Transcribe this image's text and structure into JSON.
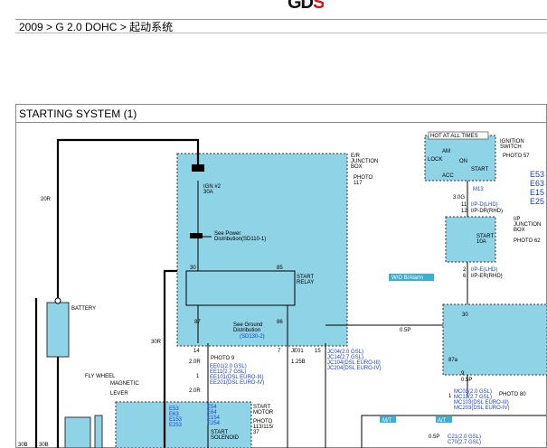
{
  "header": {
    "logo_part1": "GD",
    "logo_part2": "S",
    "breadcrumb": "2009 > G 2.0 DOHC > 起动系统"
  },
  "diagram": {
    "title": "STARTING SYSTEM (1)",
    "wires": {
      "w20r": "20R",
      "w30r": "30R",
      "w30b_a": "30B",
      "w30b_b": "30B",
      "w14": "14",
      "w20r_b": "2.0R",
      "w1": "1",
      "w20r_c": "2.0R",
      "w7": "7",
      "w125b": "1.25B",
      "je01": "JE01",
      "w15": "15",
      "w1_b": "1",
      "w3og": "3.0G",
      "w11": "11",
      "w12": "12",
      "w2": "2",
      "w6": "6",
      "w05p": "0.5P",
      "w9": "9",
      "w05p_b": "0.5P",
      "w1_c": "1",
      "w05p_c": "0.5P"
    },
    "components": {
      "battery": "BATTERY",
      "flywheel": "FLY WHEEL",
      "magnetic": "MAGNETIC",
      "lever": "LEVER",
      "er_box": "E/R\nJUNCTION\nBOX",
      "er_photo": "PHOTO\n117",
      "ign": "IGN #2\n30A",
      "see_power": "See Power\nDistribution(SD110-1)",
      "start_relay": "START\nRELAY",
      "pin30": "30",
      "pin85": "85",
      "pin87": "87",
      "pin86": "86",
      "see_ground": "See Ground\nDistribution",
      "sd130": "(SD130-2)",
      "photo9": "PHOTO 9",
      "ee01": "EE01(2.0 GSL)",
      "ee11": "EE11(2.7 GSL)",
      "ee101": "EE101(DSL EURO-III)",
      "ee201": "EE201(DSL EURO-IV)",
      "jc04": "JC04(2.0 GSL)",
      "jc14": "JC14(2.7 GSL)",
      "jc104": "JC104(DSL EURO-III)",
      "jc204": "JC204(DSL EURO-IV)",
      "start_motor": "START\nMOTOR",
      "motor_photo": "PHOTO\n113/115/\n37",
      "e53": "E53",
      "e63": "E63",
      "e153": "E153",
      "e253": "E253",
      "e54": "E54",
      "e64": "E64",
      "e154": "E154",
      "e254": "E254",
      "start_solenoid": "START\nSOLENOID",
      "hot": "HOT AT ALL TIMES",
      "ign_switch": "IGNITION\nSWITCH",
      "photo57": "PHOTO 57",
      "am": "AM",
      "lock": "LOCK",
      "on": "ON",
      "acc": "ACC",
      "start": "START",
      "m13": "M13",
      "ipd": "I/P-D(LHD)",
      "ipdr": "I/P-DR(RHD)",
      "ip_box": "I/P\nJUNCTION\nBOX",
      "photo62": "PHOTO 62",
      "start_fuse": "START\n10A",
      "ipe": "I/P-E(LHD)",
      "iper": "I/P-ER(RHD)",
      "wo_alarm": "W/O B/Alarm",
      "relay30": "30",
      "relay87a": "87a",
      "mc03": "MC03(2.0 GSL)",
      "mc13": "MC13(2.7 GSL)",
      "mc103": "MC103(DSL EURO-III)",
      "mc203": "MC203(DSL EURO-IV)",
      "photo80": "PHOTO 80",
      "mt": "M/T",
      "at": "A/T",
      "c21": "C21(2.0 GSL)",
      "c70": "C70(2.7 GSL)",
      "right_e53": "E53",
      "right_e63": "E63",
      "right_e15": "E15",
      "right_e25": "E25"
    }
  },
  "colors": {
    "junction_fill": "#8fd3e6",
    "wire_label": "#1a3fd0",
    "logo_red": "#d01818"
  }
}
